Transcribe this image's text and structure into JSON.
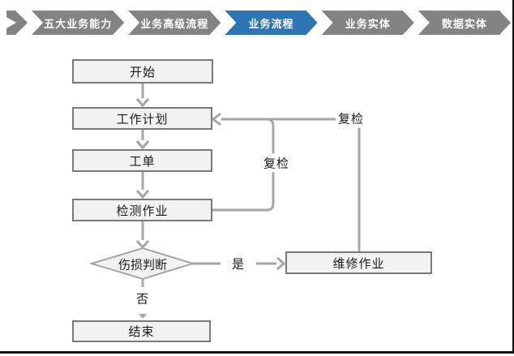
{
  "breadcrumb": {
    "items": [
      {
        "label": "五大业务能力",
        "active": false
      },
      {
        "label": "业务高级流程",
        "active": false
      },
      {
        "label": "业务流程",
        "active": true
      },
      {
        "label": "业务实体",
        "active": false
      },
      {
        "label": "数据实体",
        "active": false
      }
    ]
  },
  "flowchart": {
    "nodes": {
      "start": "开始",
      "work_plan": "工作计划",
      "work_order": "工单",
      "inspection": "检测作业",
      "damage_decision": "伤损判断",
      "repair": "维修作业",
      "end": "结束"
    },
    "labels": {
      "recheck_inner": "复检",
      "recheck_outer": "复检",
      "yes": "是",
      "no": "否"
    }
  },
  "colors": {
    "crumb-gray": "#838383",
    "crumb-active": "#2E75B6",
    "crumb-text": "#ffffff",
    "node-fill": "#f2f2f2",
    "node-border": "#7a7a7a",
    "connector": "#a6a6a6",
    "text": "#1a1a1a",
    "frame": "#111111"
  }
}
